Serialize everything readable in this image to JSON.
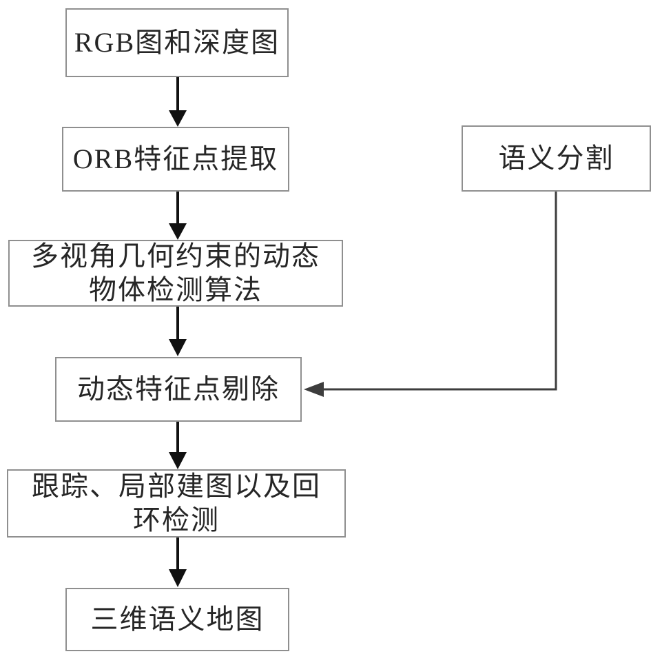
{
  "diagram": {
    "type": "flowchart",
    "background_color": "#ffffff",
    "box_border_color": "#8f8f8f",
    "text_color": "#262626",
    "arrow_color": "#111111",
    "connector_color": "#3d3d3d",
    "nodes": {
      "rgb_depth": {
        "label": "RGB图和深度图"
      },
      "orb": {
        "label": "ORB特征点提取"
      },
      "multiview": {
        "label": "多视角几何约束的动态\n物体检测算法"
      },
      "cull": {
        "label": "动态特征点剔除"
      },
      "tracking": {
        "label": "跟踪、局部建图以及回\n环检测"
      },
      "semantic_map": {
        "label": "三维语义地图"
      },
      "segmentation": {
        "label": "语义分割"
      }
    },
    "edges": [
      {
        "from": "rgb_depth",
        "to": "orb"
      },
      {
        "from": "orb",
        "to": "multiview"
      },
      {
        "from": "multiview",
        "to": "cull"
      },
      {
        "from": "cull",
        "to": "tracking"
      },
      {
        "from": "tracking",
        "to": "semantic_map"
      },
      {
        "from": "segmentation",
        "to": "cull"
      }
    ]
  }
}
